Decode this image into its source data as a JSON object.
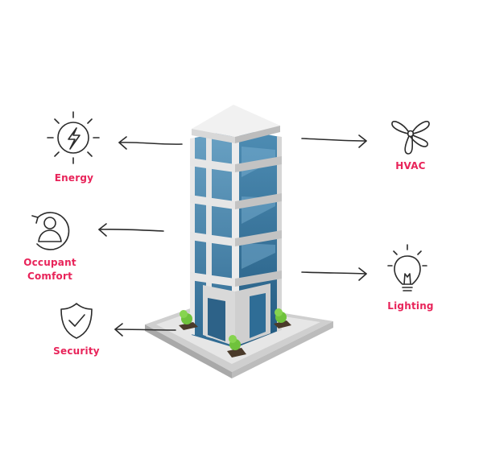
{
  "labels": {
    "energy": "Energy",
    "occupant_line1": "Occupant",
    "occupant_line2": "Comfort",
    "security": "Security",
    "hvac": "HVAC",
    "lighting": "Lighting"
  },
  "colors": {
    "label": "#e8245a",
    "icon_stroke": "#2b2b2b",
    "glass": "#3f7fa6",
    "frame": "#e4e4e4",
    "tree": "#6fc23c"
  },
  "icons": [
    "energy-sun-bolt-icon",
    "occupant-comfort-person-icon",
    "security-shield-check-icon",
    "hvac-fan-icon",
    "lighting-bulb-icon"
  ]
}
